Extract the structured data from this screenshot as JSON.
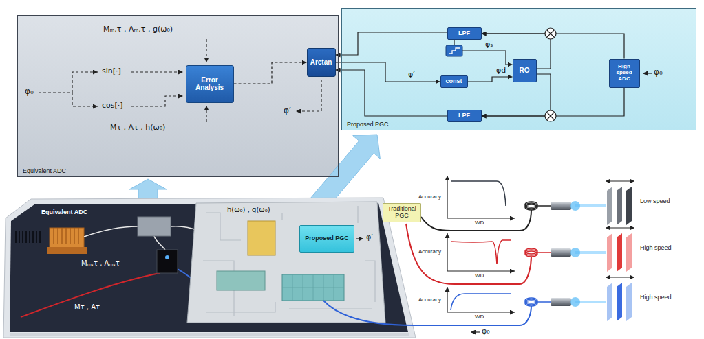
{
  "diagram": {
    "nodes": [
      {
        "text": [
          "Equivalent ADC"
        ]
      },
      {
        "text": [
          "Error Analysis"
        ],
        "in": 0
      },
      {
        "text": [
          "Arctan"
        ],
        "in": 0
      },
      {
        "text": [
          "Proposed PGC"
        ]
      },
      {
        "text": [
          "LPF"
        ],
        "in": 3
      },
      {
        "text": [
          "RO"
        ],
        "in": 3
      },
      {
        "text": [
          "const"
        ],
        "in": 3
      },
      {
        "text": [
          "LPF"
        ],
        "in": 3
      },
      {
        "text": [
          "High speed ADC"
        ],
        "in": 3
      },
      {
        "text": [
          "Equivalent ADC"
        ]
      },
      {
        "text": [
          "Proposed PGC"
        ],
        "in": 9
      },
      {
        "text": [
          "Traditional PGC"
        ]
      }
    ],
    "edges": [
      {
        "from": 1,
        "to": 2,
        "arrow": "to"
      },
      {
        "from": 4,
        "to": 2,
        "arrow": "to"
      },
      {
        "from": 7,
        "to": 2,
        "arrow": "to"
      },
      {
        "from": 2,
        "to": 6,
        "arrow": "to",
        "label": "φ′"
      },
      {
        "from": 6,
        "to": 5,
        "arrow": "to",
        "label": "φd"
      },
      {
        "from": 4,
        "to": 5,
        "arrow": "to",
        "label": "φₛ"
      },
      {
        "from": 5,
        "to": 4,
        "arrow": "to"
      },
      {
        "from": 5,
        "to": 7,
        "arrow": "to"
      },
      {
        "from": 8,
        "to": 4,
        "arrow": "to"
      },
      {
        "from": 8,
        "to": 7,
        "arrow": "to"
      }
    ],
    "labels": [
      "φ₀",
      "sin[·]",
      "cos[·]",
      "Mₘ,τ , Aₘ,τ , g(ω₀)",
      "Mτ , Aτ , h(ω₀)",
      "φ′",
      "φ₀",
      "h(ω₀) , g(ω₀)",
      "Mₘ,τ , Aₘ,τ",
      "Mτ , Aτ",
      "φ′",
      "φ₀",
      "Accuracy",
      "WD",
      "Accuracy",
      "WD",
      "Accuracy",
      "WD",
      "Low speed",
      "High speed",
      "High speed"
    ]
  }
}
